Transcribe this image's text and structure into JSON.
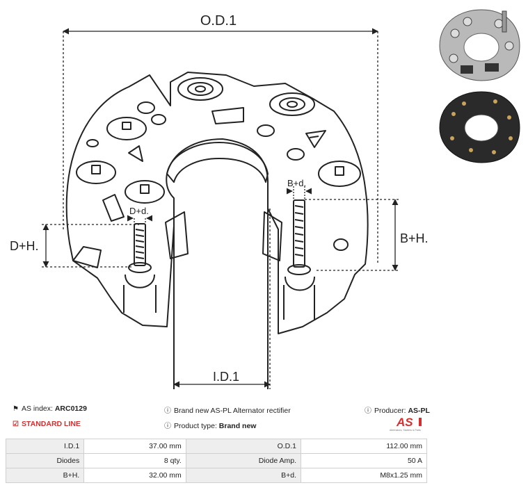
{
  "diagram": {
    "labels": {
      "od1": "O.D.1",
      "id1": "I.D.1",
      "dh": "D+H.",
      "bh": "B+H.",
      "dd": "D+d.",
      "bd": "B+d."
    }
  },
  "photos": {
    "top_alt": "rectifier photo front",
    "bottom_alt": "rectifier photo back"
  },
  "info": {
    "as_index_label": "AS index:",
    "as_index_value": "ARC0129",
    "standard_line": "STANDARD LINE",
    "description": "Brand new AS-PL Alternator rectifier",
    "product_type_label": "Product type:",
    "product_type_value": "Brand new",
    "producer_label": "Producer:",
    "producer_value": "AS-PL",
    "logo_text": "AS",
    "logo_tagline": "Alternators, Starters & Parts"
  },
  "specs": {
    "rows": [
      {
        "l1": "I.D.1",
        "v1": "37.00 mm",
        "l2": "O.D.1",
        "v2": "112.00 mm"
      },
      {
        "l1": "Diodes",
        "v1": "8 qty.",
        "l2": "Diode Amp.",
        "v2": "50 A"
      },
      {
        "l1": "B+H.",
        "v1": "32.00 mm",
        "l2": "B+d.",
        "v2": "M8x1.25 mm"
      }
    ]
  },
  "colors": {
    "brand_red": "#d32f2f",
    "label_bg": "#eeeeee"
  }
}
